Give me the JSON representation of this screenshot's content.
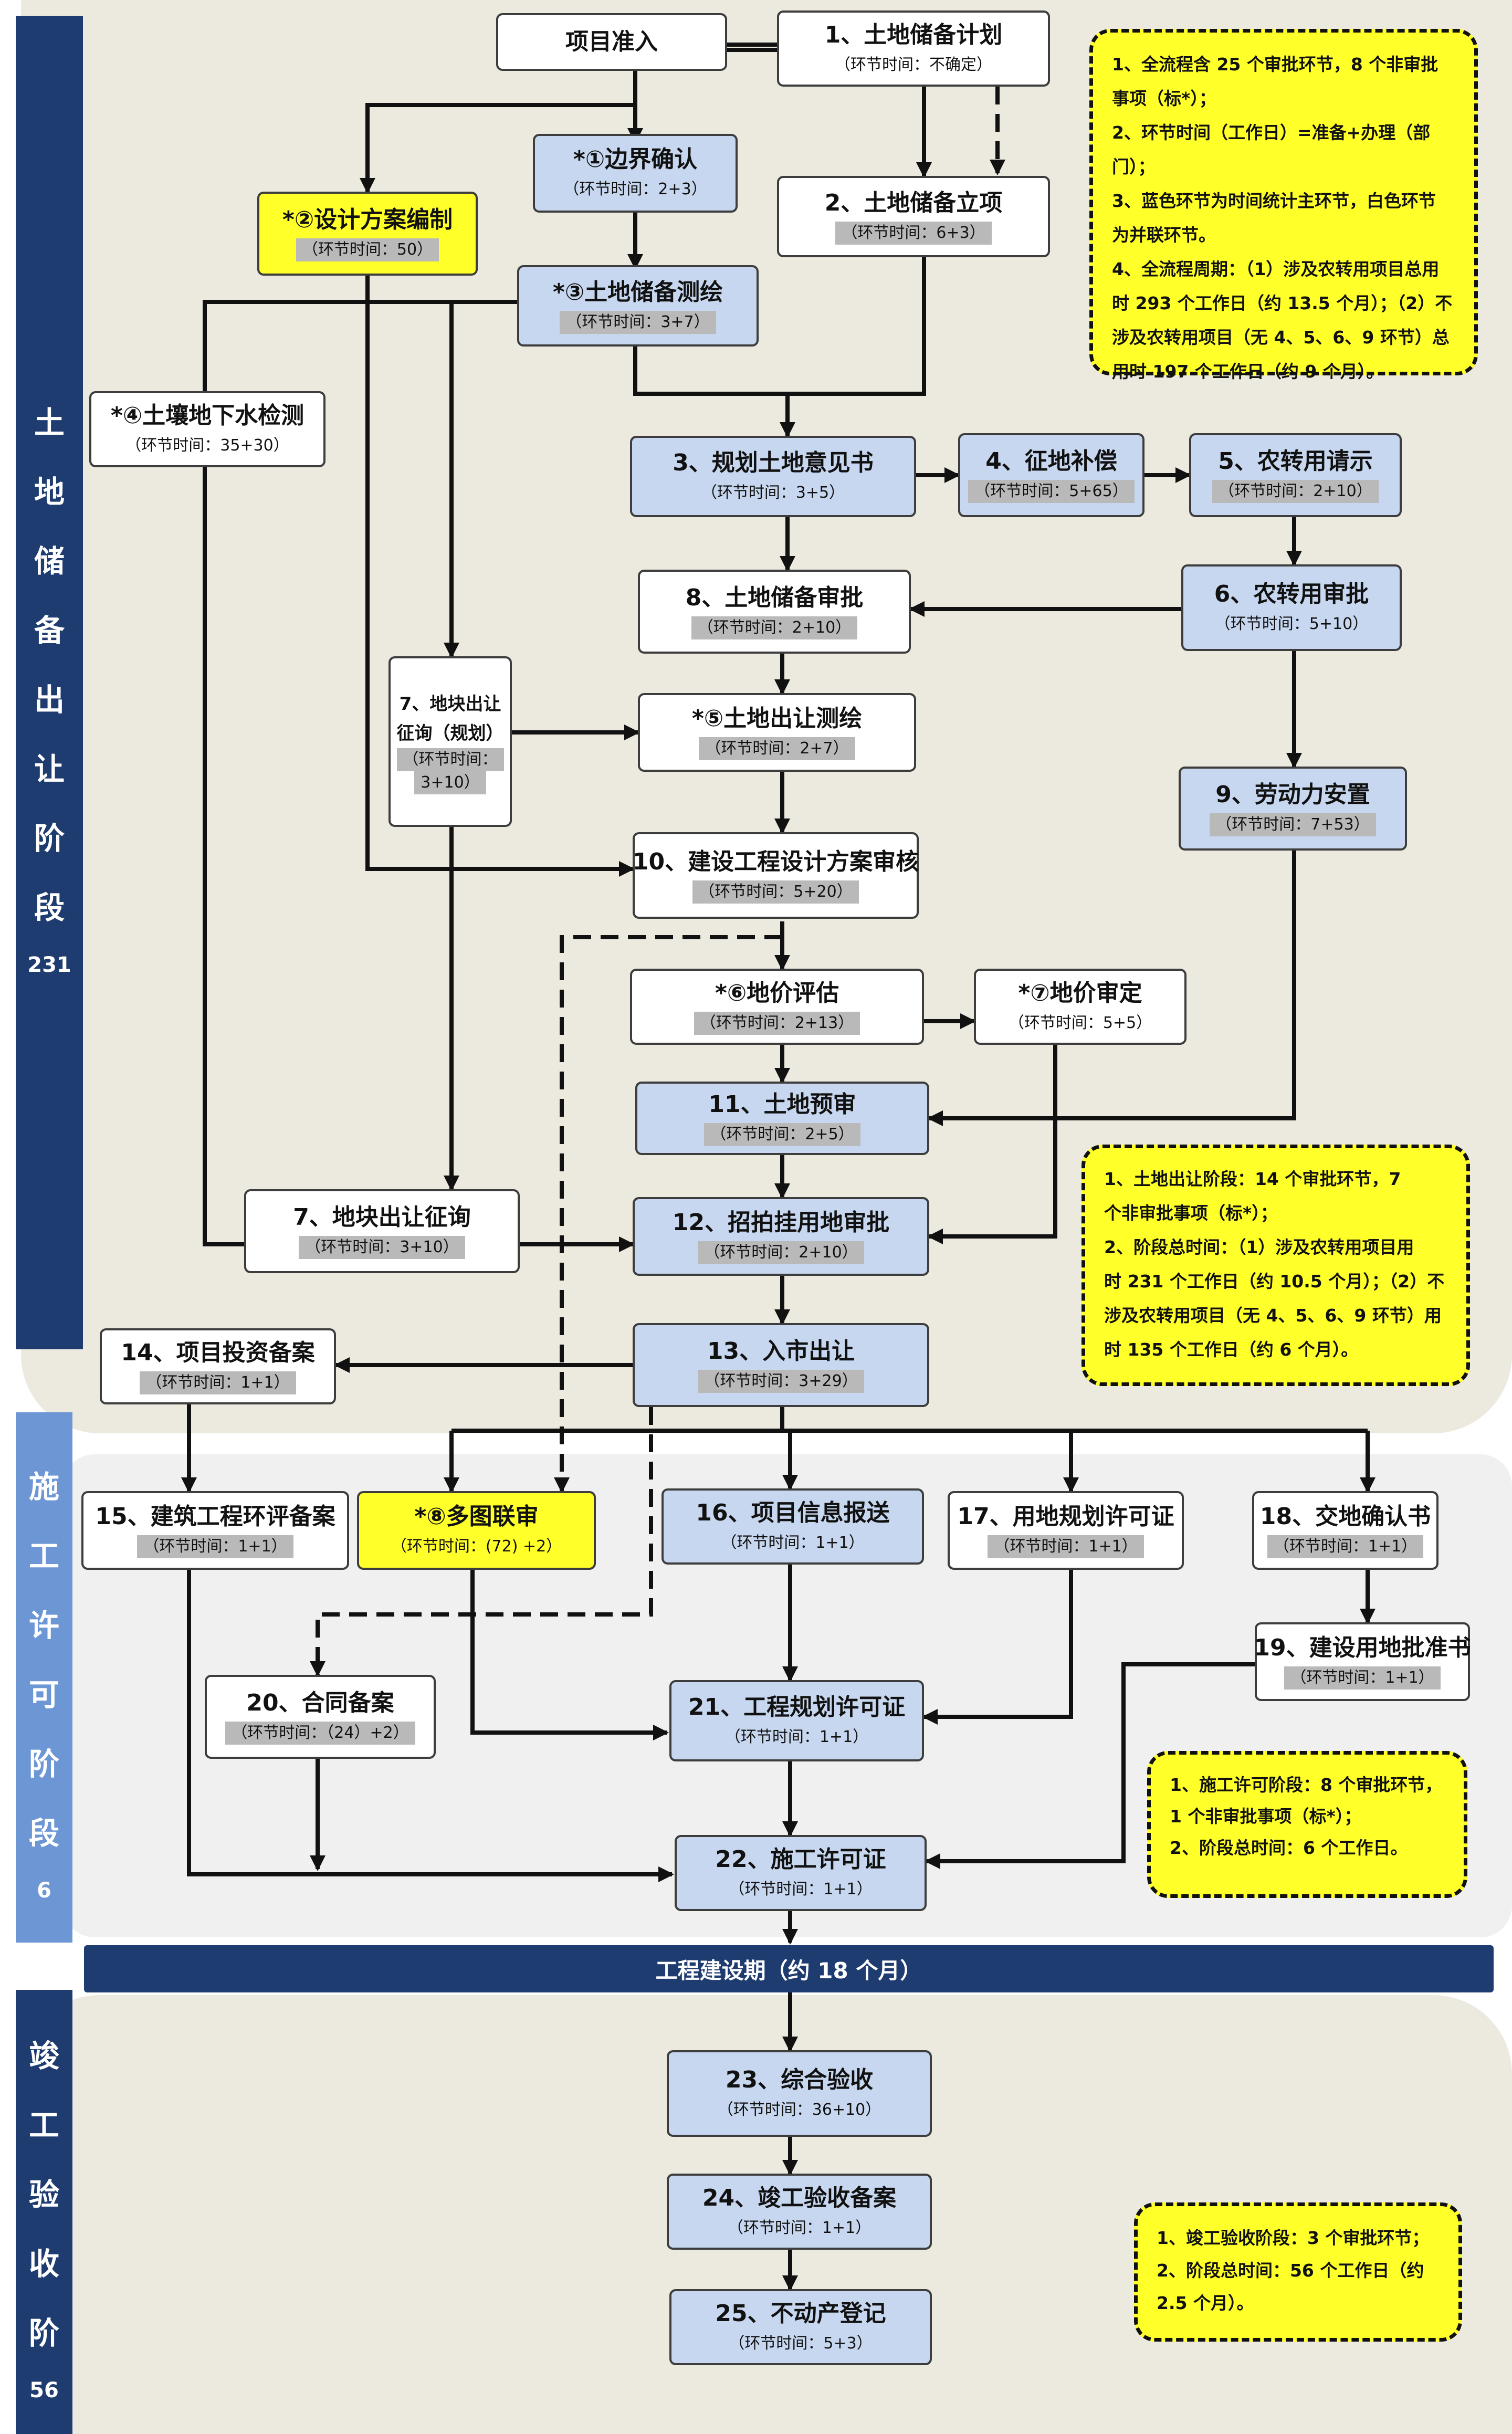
{
  "phases": {
    "land": {
      "label": "土地储备出让阶段",
      "chars": [
        "土",
        "地",
        "储",
        "备",
        "出",
        "让",
        "阶",
        "段"
      ],
      "days": "231",
      "color": "#1f3c70"
    },
    "permit": {
      "chars": [
        "施",
        "工",
        "许",
        "可",
        "阶",
        "段"
      ],
      "days": "6",
      "color": "#6d96d4"
    },
    "accept": {
      "chars": [
        "竣",
        "工",
        "验",
        "收",
        "阶"
      ],
      "days": "56",
      "color": "#1f3c70"
    }
  },
  "nodes": {
    "entry": {
      "title": "项目准入"
    },
    "n1": {
      "title": "1、土地储备计划",
      "time": "（环节时间：不确定）"
    },
    "b1": {
      "title": "*①边界确认",
      "time": "（环节时间：2+3）"
    },
    "n2": {
      "title": "2、土地储备立项",
      "time": "（环节时间：6+3）"
    },
    "b2": {
      "title": "*②设计方案编制",
      "time": "（环节时间：50）"
    },
    "b3": {
      "title": "*③土地储备测绘",
      "time": "（环节时间：3+7）"
    },
    "b4": {
      "title": "*④土壤地下水检测",
      "time": "（环节时间：35+30）"
    },
    "n3": {
      "title": "3、规划土地意见书",
      "time": "（环节时间：3+5）"
    },
    "n4": {
      "title": "4、征地补偿",
      "time": "（环节时间：5+65）"
    },
    "n5": {
      "title": "5、农转用请示",
      "time": "（环节时间：2+10）"
    },
    "n8": {
      "title": "8、土地储备审批",
      "time": "（环节时间：2+10）"
    },
    "n6": {
      "title": "6、农转用审批",
      "time": "（环节时间：5+10）"
    },
    "n7a": {
      "l1": "7、地块出让",
      "l2": "征询（规划）",
      "l3": "（环节时间：",
      "l4": "3+10）"
    },
    "b5": {
      "title": "*⑤土地出让测绘",
      "time": "（环节时间：2+7）"
    },
    "n9": {
      "title": "9、劳动力安置",
      "time": "（环节时间：7+53）"
    },
    "n10": {
      "title": "10、建设工程设计方案审核",
      "time": "（环节时间：5+20）"
    },
    "b6": {
      "title": "*⑥地价评估",
      "time": "（环节时间：2+13）"
    },
    "b7": {
      "title": "*⑦地价审定",
      "time": "（环节时间：5+5）"
    },
    "n11": {
      "title": "11、土地预审",
      "time": "（环节时间：2+5）"
    },
    "n7b": {
      "title": "7、地块出让征询",
      "time": "（环节时间：3+10）"
    },
    "n12": {
      "title": "12、招拍挂用地审批",
      "time": "（环节时间：2+10）"
    },
    "n14": {
      "title": "14、项目投资备案",
      "time": "（环节时间：1+1）"
    },
    "n13": {
      "title": "13、入市出让",
      "time": "（环节时间：3+29）"
    },
    "n15": {
      "title": "15、建筑工程环评备案",
      "time": "（环节时间：1+1）"
    },
    "b8": {
      "title": "*⑧多图联审",
      "time": "（环节时间：(72) +2）"
    },
    "n16": {
      "title": "16、项目信息报送",
      "time": "（环节时间：1+1）"
    },
    "n17": {
      "title": "17、用地规划许可证",
      "time": "（环节时间：1+1）"
    },
    "n18": {
      "title": "18、交地确认书",
      "time": "（环节时间：1+1）"
    },
    "n19": {
      "title": "19、建设用地批准书",
      "time": "（环节时间：1+1）"
    },
    "n20": {
      "title": "20、合同备案",
      "time": "（环节时间：（24）+2）"
    },
    "n21": {
      "title": "21、工程规划许可证",
      "time": "（环节时间：1+1）"
    },
    "n22": {
      "title": "22、施工许可证",
      "time": "（环节时间：1+1）"
    },
    "n23": {
      "title": "23、综合验收",
      "time": "（环节时间：36+10）"
    },
    "n24": {
      "title": "24、竣工验收备案",
      "time": "（环节时间：1+1）"
    },
    "n25": {
      "title": "25、不动产登记",
      "time": "（环节时间：5+3）"
    }
  },
  "band": {
    "label": "工程建设期（约 18 个月）",
    "color": "#1f3c70"
  },
  "notes": {
    "top": [
      "1、全流程含 25 个审批环节，8 个非审批",
      "事项（标*）；",
      "2、环节时间（工作日）=准备+办理（部门）；",
      "3、蓝色环节为时间统计主环节，白色环节",
      "为并联环节。",
      "4、全流程周期：（1）涉及农转用项目总用",
      "时 293 个工作日（约 13.5 个月）；（2）不",
      "涉及农转用项目（无 4、5、6、9 环节）总",
      "用时 197 个工作日（约 9 个月）。"
    ],
    "land": [
      "1、土地出让阶段：14 个审批环节，7",
      "个非审批事项（标*）；",
      "2、阶段总时间：（1）涉及农转用项目用",
      "时 231 个工作日（约 10.5 个月）；（2）不",
      "涉及农转用项目（无 4、5、6、9 环节）用",
      "时 135 个工作日（约 6 个月）。"
    ],
    "permit": [
      "1、施工许可阶段：8 个审批环节，",
      "1 个非审批事项（标*）；",
      "2、阶段总时间：6 个工作日。"
    ],
    "accept": [
      "1、竣工验收阶段：3 个审批环节；",
      "2、阶段总时间：56 个工作日（约",
      "2.5 个月）。"
    ]
  },
  "colors": {
    "blue_box": "#c7d7ef",
    "yellow": "#ffff2a",
    "navy": "#1f3c70",
    "light_blue": "#6d96d4"
  }
}
